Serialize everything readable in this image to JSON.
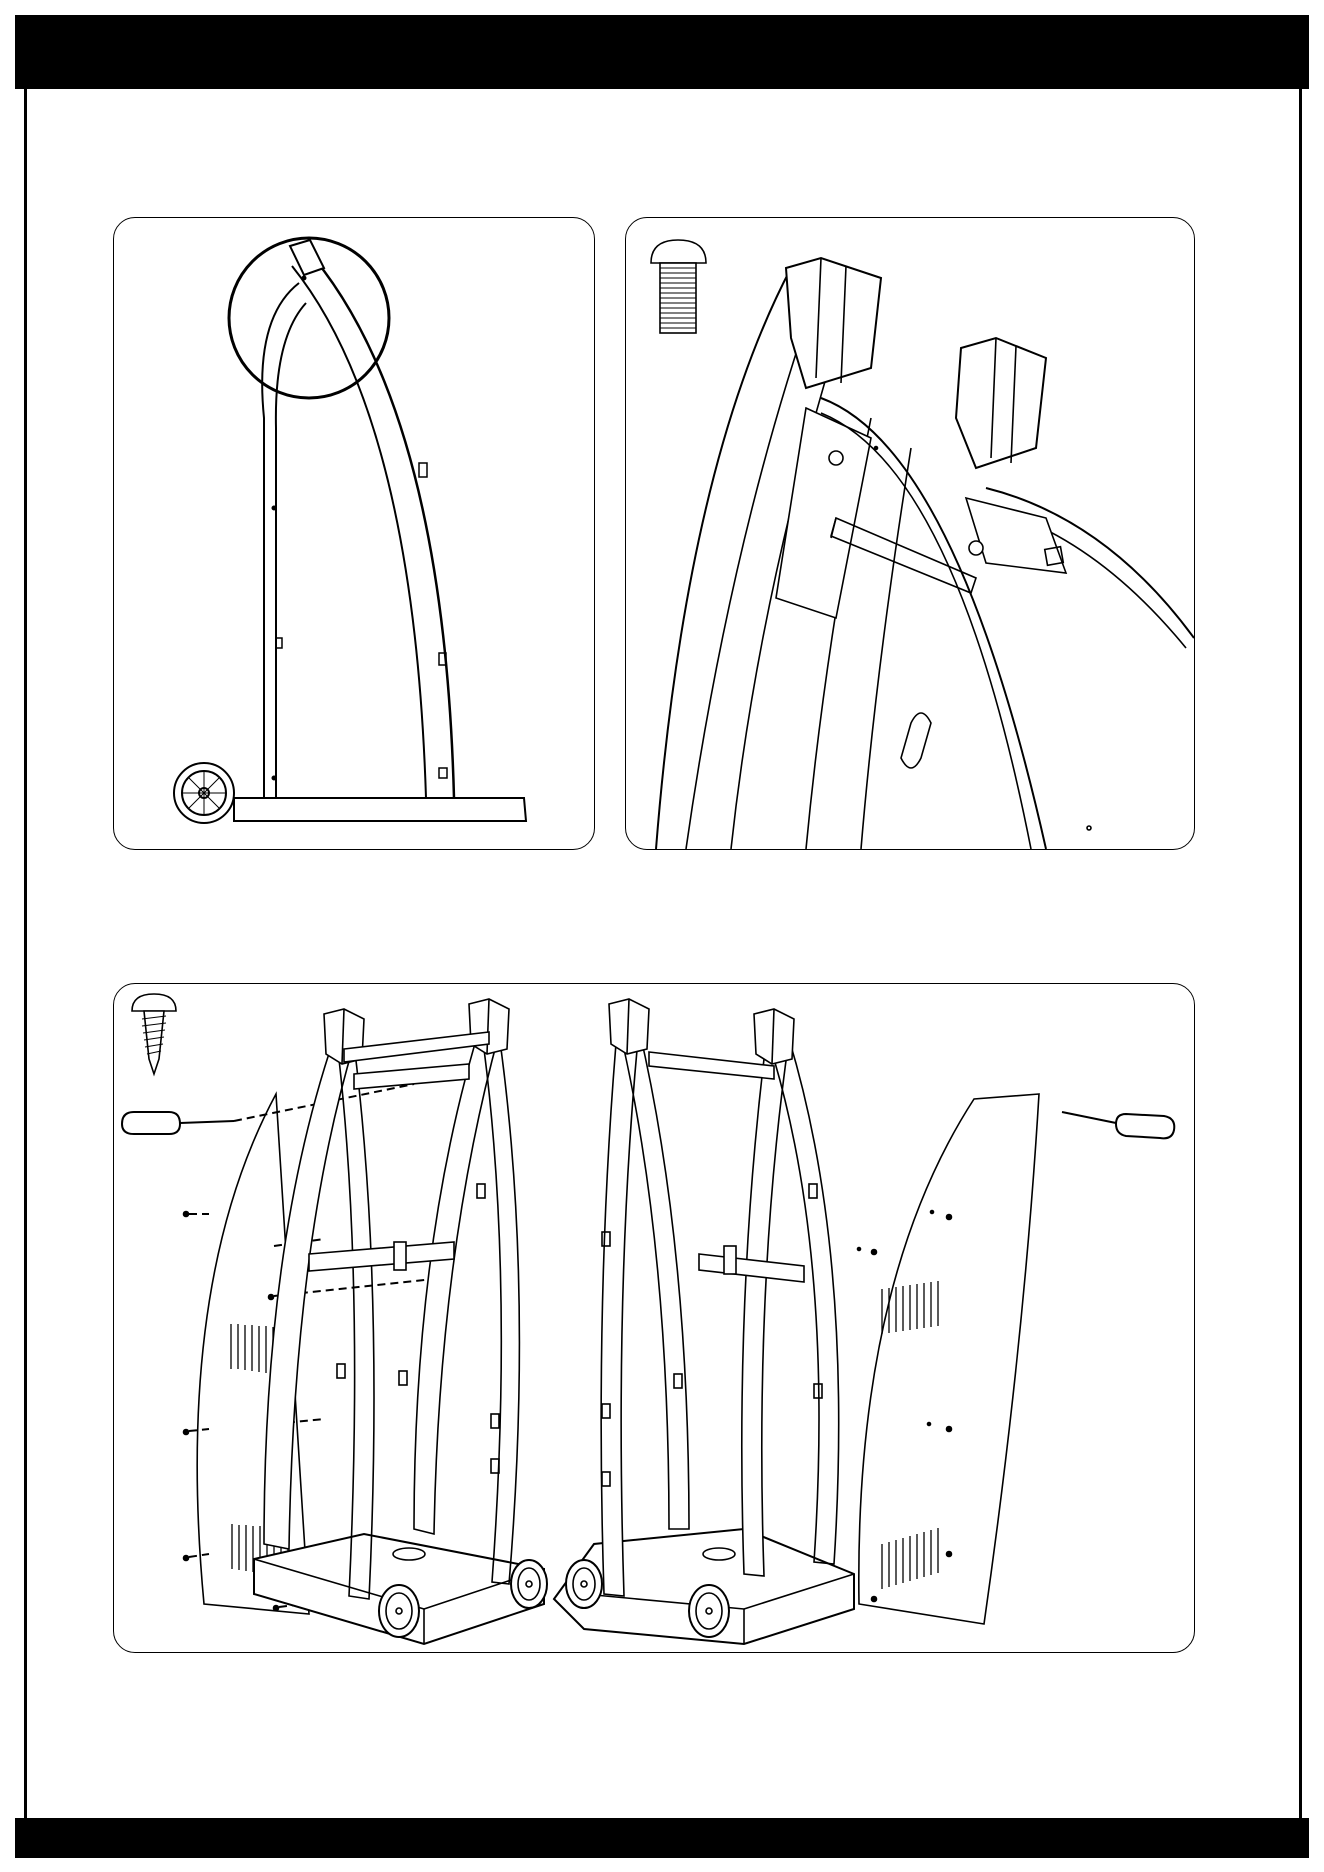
{
  "page": {
    "header_bar_color": "#000000",
    "footer_bar_color": "#000000",
    "line_color": "#000000"
  },
  "panels": [
    {
      "id": "a",
      "depicts": "side-frame-with-circled-detail"
    },
    {
      "id": "b",
      "depicts": "zoom-detail-bolt-attachment",
      "hardware_icon": "bolt-icon"
    },
    {
      "id": "c",
      "depicts": "side-panel-installation",
      "hardware_icon": "screw-icon",
      "tool_icon": "screwdriver-icon"
    }
  ],
  "footer": {
    "note": ""
  }
}
